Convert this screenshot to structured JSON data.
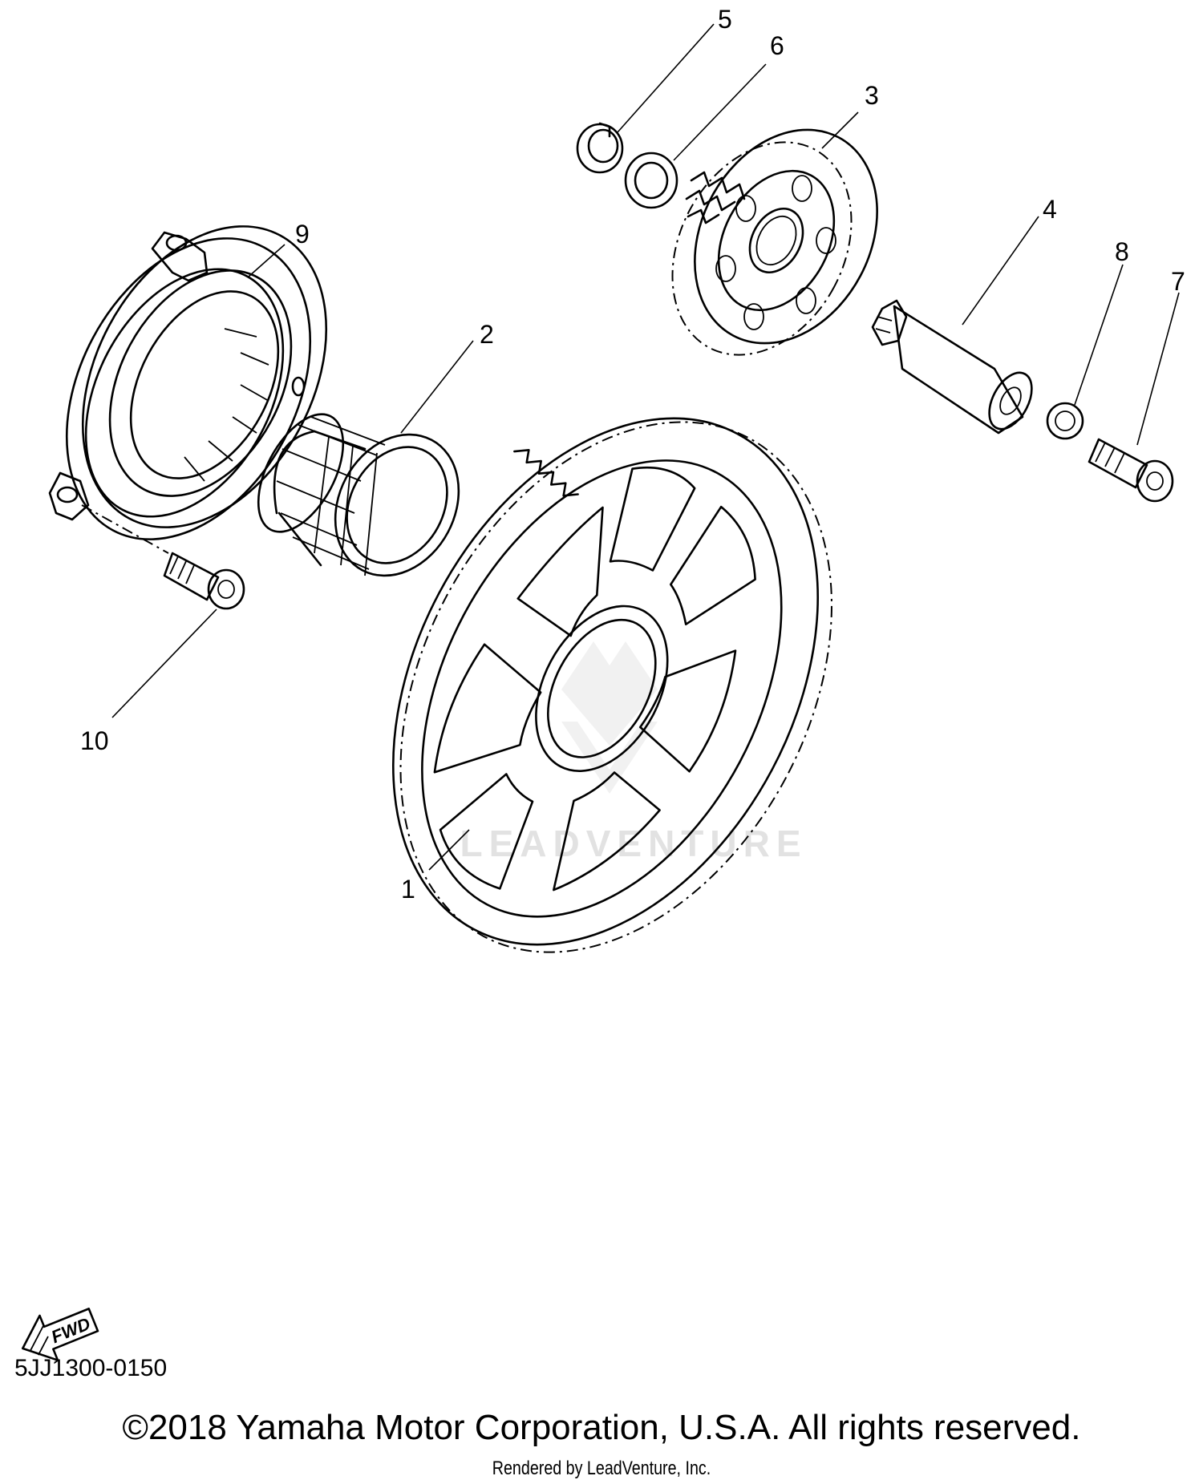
{
  "diagram": {
    "callouts": [
      {
        "id": "1",
        "label": "1"
      },
      {
        "id": "2",
        "label": "2"
      },
      {
        "id": "3",
        "label": "3"
      },
      {
        "id": "4",
        "label": "4"
      },
      {
        "id": "5",
        "label": "5"
      },
      {
        "id": "6",
        "label": "6"
      },
      {
        "id": "7",
        "label": "7"
      },
      {
        "id": "8",
        "label": "8"
      },
      {
        "id": "9",
        "label": "9"
      },
      {
        "id": "10",
        "label": "10"
      }
    ],
    "fwd_label": "FWD",
    "watermark": "LEADVENTURE"
  },
  "footer": {
    "diagram_code": "5JJ1300-0150",
    "copyright": "©2018 Yamaha Motor Corporation, U.S.A. All rights reserved.",
    "rendered_by": "Rendered by LeadVenture, Inc."
  }
}
